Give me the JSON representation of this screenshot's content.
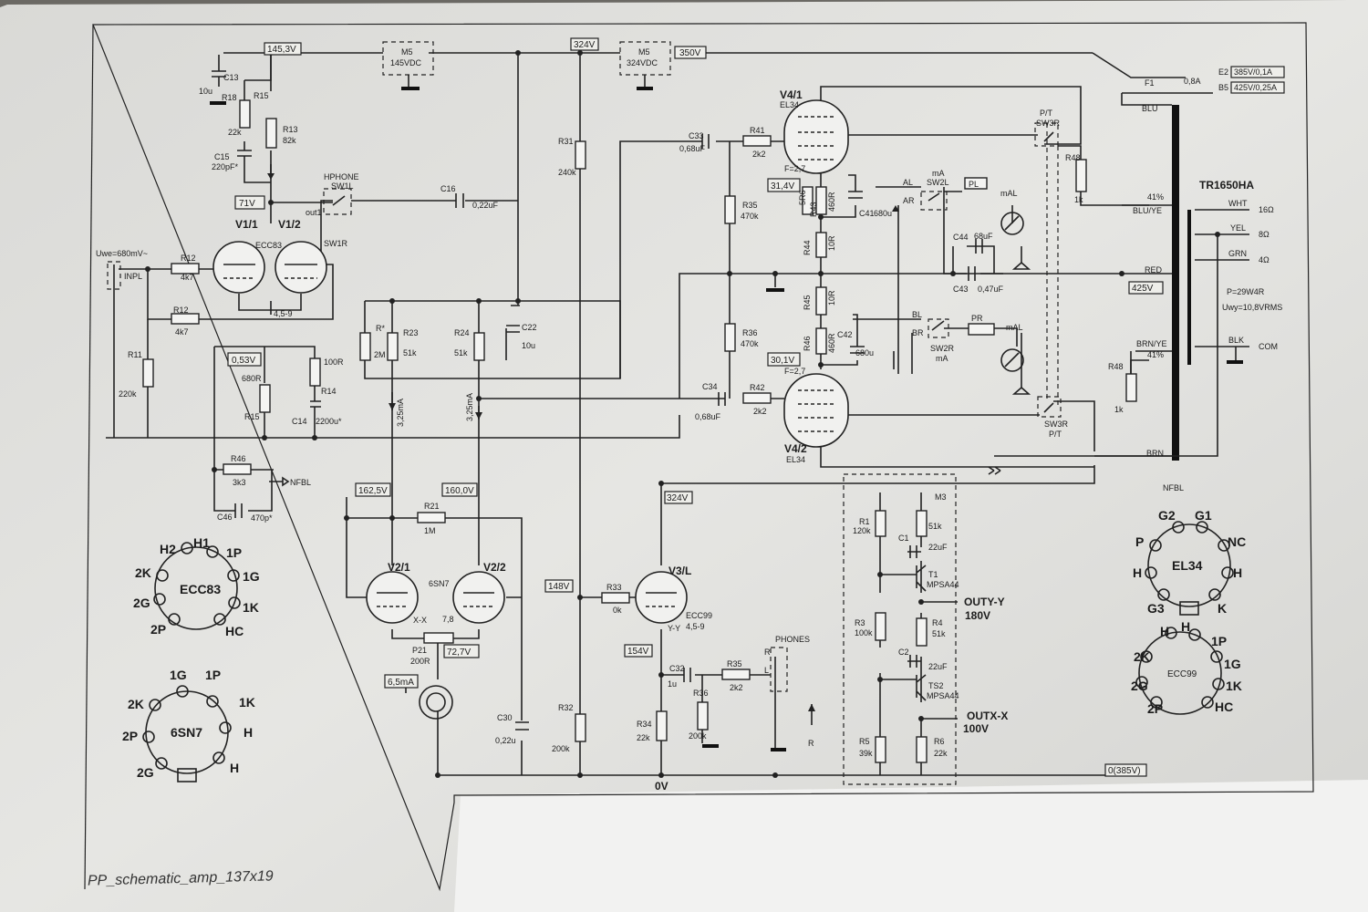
{
  "footer": "PP_schematic_amp_137x19",
  "rails": {
    "v1": "145,3V",
    "v2": "324V",
    "v3": "350V",
    "v4": "425V",
    "v5": "71V",
    "v6": "0,53V",
    "v7": "162,5V",
    "v8": "160,0V",
    "v9": "324V",
    "v10": "148V",
    "v11": "72,7V",
    "v12": "154V",
    "v13": "31,4V",
    "v14": "30,1V",
    "v15": "0(385V)",
    "v16": "6,5mA",
    "zero": "0V"
  },
  "supplies": {
    "m5a_name": "M5",
    "m5a_val": "145VDC",
    "m5b_name": "M5",
    "m5b_val": "324VDC",
    "e2": "E2",
    "e2_val": "385V/0,1A",
    "b5": "B5",
    "b5_val": "425V/0,25A",
    "f1": "F1",
    "f1_val": "0,8A"
  },
  "tubes": {
    "v11": "V1/1",
    "v12": "V1/2",
    "ecc83": "ECC83",
    "v21": "V2/1",
    "v22": "V2/2",
    "sn7": "6SN7",
    "v3": "V3/L",
    "ecc99": "ECC99",
    "v3bias": "4,5-9",
    "v41": "V4/1",
    "v42": "V4/2",
    "el34a": "EL34",
    "el34b": "EL34",
    "bias1": "4,5-9",
    "xx": "X-X",
    "xx_pin": "7,8",
    "yy": "Y-Y",
    "f1": "F=2,7",
    "f2": "F=2,7"
  },
  "components": {
    "c13": "C13",
    "c13v": "10u",
    "r18": "R18",
    "r15": "R15",
    "r15v": "22k",
    "r13": "R13",
    "r13v": "82k",
    "c15": "C15",
    "c15v": "220pF*",
    "r12a": "R12",
    "r12av": "4k7",
    "r12b": "R12",
    "r12bv": "4k7",
    "r11": "R11",
    "r11v": "220k",
    "r680": "680R",
    "r15b": "R15",
    "r100": "100R",
    "r14": "R14",
    "c14": "C14",
    "c14v": "2200u*",
    "r46": "R46",
    "r46v": "3k3",
    "c46": "C46",
    "c46v": "470p*",
    "c16": "C16",
    "c16v": "0,22uF",
    "rstar": "R*",
    "rstarv": "2M",
    "r23": "R23",
    "r23v": "51k",
    "r24": "R24",
    "r24v": "51k",
    "c22": "C22",
    "c22v": "10u",
    "r31": "R31",
    "r31v": "240k",
    "r32": "R32",
    "r32v": "200k",
    "r21": "R21",
    "r21v": "1M",
    "p21": "P21",
    "p21v": "200R",
    "c30": "C30",
    "c30v": "0,22u",
    "r33": "R33",
    "r33v": "0k",
    "c32": "C32",
    "c32v": "1u",
    "r35b": "R35",
    "r35bv": "2k2",
    "r36b": "R36",
    "r36bv": "200k",
    "r34": "R34",
    "r34v": "22k",
    "c33": "C33",
    "c33v": "0,68uF",
    "r41": "R41",
    "r41v": "2k2",
    "r35": "R35",
    "r35v": "470k",
    "r36": "R36",
    "r36v": "470k",
    "c34": "C34",
    "c34v": "0,68uF",
    "r42": "R42",
    "r42v": "2k2",
    "r5r6": "5R6",
    "r43": "R43",
    "r460a": "460R",
    "c41": "C41",
    "c41v": "680u",
    "r44": "R44",
    "r44v": "10R",
    "r45": "R45",
    "r45v": "10R",
    "r46b": "R46",
    "r46bv": "460R",
    "c42": "C42",
    "c42v": "680u",
    "c44": "C44",
    "c44v": "68uF",
    "c43": "C43",
    "c43v": "0,47uF",
    "r48a": "R48",
    "r48av": "1k",
    "r48b": "R48",
    "r48bv": "1k",
    "cur1": "3,25mA",
    "cur2": "3,25mA",
    "m3": "M3",
    "r1": "R1",
    "r1v": "120k",
    "r51k": "51k",
    "c1": "C1",
    "c1v": "22uF",
    "t1": "T1",
    "t1v": "MPSA44",
    "r3": "R3",
    "r3v": "100k",
    "r4": "R4",
    "r4v": "51k",
    "c2": "C2",
    "c2v": "22uF",
    "ts2": "TS2",
    "ts2v": "MPSA44",
    "r5": "R5",
    "r5v": "39k",
    "r6": "R6",
    "r6v": "22k",
    "outy": "OUTY-Y",
    "outyv": "180V",
    "outx": "OUTX-X",
    "outxv": "100V"
  },
  "switches": {
    "hphone": "HPHONE",
    "sw1l": "SW1L",
    "sw1r": "SW1R",
    "out1": "out1",
    "al": "AL",
    "ar": "AR",
    "ma": "mA",
    "sw2l": "SW2L",
    "pl": "PL",
    "mal": "mAL",
    "bl": "BL",
    "br": "BR",
    "sw2r": "SW2R",
    "ma2": "mA",
    "pr": "PR",
    "mal2": "mAL",
    "pt1": "P/T",
    "sw3r1": "SW3R",
    "sw3r2": "SW3R",
    "pt2": "P/T",
    "phones": "PHONES",
    "r": "R",
    "l": "L",
    "rr": "R"
  },
  "inputs": {
    "uwe": "Uwe=680mV~",
    "inpl": "INPL",
    "nfbl1": "NFBL",
    "nfbl2": "NFBL"
  },
  "transformer": {
    "name": "TR1650HA",
    "blu": "BLU",
    "pct1": "41%",
    "bluye": "BLU/YE",
    "red": "RED",
    "brnye": "BRN/YE",
    "pct2": "41%",
    "brn": "BRN",
    "wht": "WHT",
    "o16": "16Ω",
    "yel": "YEL",
    "o8": "8Ω",
    "grn": "GRN",
    "o4": "4Ω",
    "blk": "BLK",
    "com": "COM",
    "p1": "P=29W4R",
    "p2": "Uwy=10,8VRMS"
  },
  "pinouts": {
    "ecc83": {
      "name": "ECC83",
      "labels": [
        "H2",
        "H1",
        "1P",
        "2K",
        "1G",
        "2G",
        "1K",
        "2P",
        "HC"
      ]
    },
    "sn7": {
      "name": "6SN7",
      "labels": [
        "1G",
        "1P",
        "2K",
        "1K",
        "2P",
        "H",
        "2G",
        "H"
      ]
    },
    "el34": {
      "name": "EL34",
      "labels": [
        "G2",
        "G1",
        "P",
        "NC",
        "H",
        "H",
        "G3",
        "K"
      ]
    },
    "ecc99": {
      "name": "ECC99",
      "labels": [
        "H",
        "H",
        "1P",
        "2K",
        "1G",
        "2G",
        "1K",
        "2P",
        "HC"
      ]
    }
  }
}
